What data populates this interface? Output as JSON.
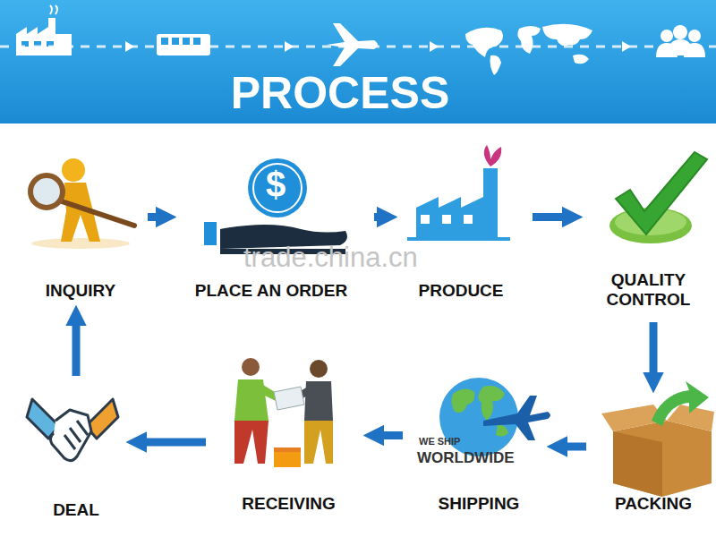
{
  "diagram": {
    "title": "PROCESS",
    "nodes": [
      {
        "text": [
          "INQUIRY"
        ]
      },
      {
        "text": [
          "PLACE AN ORDER"
        ]
      },
      {
        "text": [
          "PRODUCE"
        ]
      },
      {
        "text": [
          "QUALITY CONTROL"
        ]
      },
      {
        "text": [
          "PACKING"
        ]
      },
      {
        "text": [
          "SHIPPING"
        ]
      },
      {
        "text": [
          "RECEIVING"
        ]
      },
      {
        "text": [
          "DEAL"
        ]
      }
    ],
    "edges": [
      {
        "from": 0,
        "to": 1,
        "arrow": "to"
      },
      {
        "from": 1,
        "to": 2,
        "arrow": "to"
      },
      {
        "from": 2,
        "to": 3,
        "arrow": "to"
      },
      {
        "from": 3,
        "to": 4,
        "arrow": "to"
      },
      {
        "from": 4,
        "to": 5,
        "arrow": "to"
      },
      {
        "from": 5,
        "to": 6,
        "arrow": "to"
      },
      {
        "from": 6,
        "to": 7,
        "arrow": "to"
      },
      {
        "from": 7,
        "to": 0,
        "arrow": "to"
      }
    ],
    "labels": [
      "trade.china.cn",
      "$",
      "WE SHIP",
      "WORLDWIDE"
    ]
  }
}
